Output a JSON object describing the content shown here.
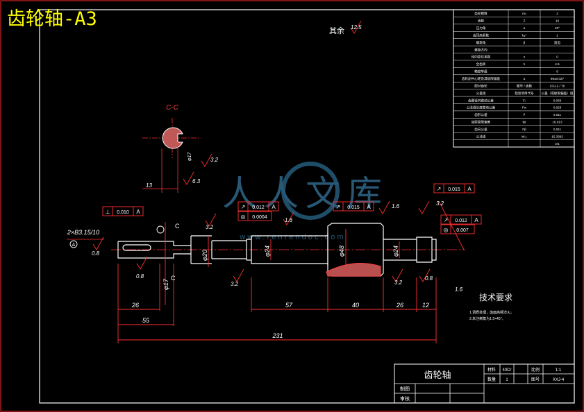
{
  "page_title": "齿轮轴-A3",
  "watermark": {
    "text": "人人文库",
    "url": "w w w . r e n r e n d o c . c o m"
  },
  "roughness": {
    "rest_label": "其余",
    "rest_value": "12.5",
    "r_32a": "3.2",
    "r_16a": "1.6",
    "r_08a": "0.8",
    "r_08b": "0.8",
    "r_32b": "3.2",
    "r_32c": "3.2",
    "r_16b": "1.6",
    "r_08c": "0.8",
    "r_63": "6.3",
    "r_32d": "3.2",
    "r_32e": "3.2",
    "r_16c": "1.6"
  },
  "section": {
    "label": "C-C",
    "dim_width": "13",
    "dim_depth": "φ17",
    "mark_left": "C",
    "mark_right": "C"
  },
  "tolerances": [
    {
      "sym": "⊥",
      "val": "0.010",
      "datum": "A"
    },
    {
      "sym": "↗",
      "val": "0.012",
      "datum": "A"
    },
    {
      "sym": "◎",
      "val": "0.0004",
      "datum": ""
    },
    {
      "sym": "↗",
      "val": "0.015",
      "datum": "A"
    },
    {
      "sym": "↗",
      "val": "0.015",
      "datum": "A"
    },
    {
      "sym": "↗",
      "val": "0.012",
      "datum": "A"
    },
    {
      "sym": "◎",
      "val": "0.007",
      "datum": ""
    }
  ],
  "dims": {
    "center_holes": "2×B3.15/10",
    "datum_a": "A",
    "d1": "26",
    "d2": "55",
    "d3": "57",
    "d4": "40",
    "d5": "26",
    "d6": "12",
    "total": "231",
    "dia_a": "φ17",
    "dia_b": "φ24",
    "dia_c": "φ48",
    "dia_d": "φ24",
    "dia_e": "φ20"
  },
  "tech_req": {
    "title": "技术要求",
    "items": [
      "1.调质处理，齿面高频淬火。",
      "2.未注倒角为1.5×45°。"
    ]
  },
  "gear_params": [
    [
      "齿轮模数",
      "mₙ",
      "2"
    ],
    [
      "齿数",
      "Z",
      "19"
    ],
    [
      "压力角",
      "α",
      "20°"
    ],
    [
      "齿顶高系数",
      "hₐ*",
      "1"
    ],
    [
      "螺旋角",
      "β",
      "直齿"
    ],
    [
      "螺旋方向",
      "",
      ""
    ],
    [
      "径向变位系数",
      "x",
      "0"
    ],
    [
      "全齿高",
      "h",
      "4.5"
    ],
    [
      "精度等级",
      "",
      "8"
    ],
    [
      "齿轮副中心距及其极限偏差",
      "a",
      "96±0.027"
    ],
    [
      "配对齿轮",
      "图号 / 齿数",
      "XXJ-2 / 76"
    ],
    [
      "公差组",
      "检验项目代号",
      "公差（或极限偏差）值"
    ],
    [
      "齿圈径向跳动公差",
      "Fᵣ",
      "0.036"
    ],
    [
      "公法线长度变动公差",
      "Fw",
      "0.028"
    ],
    [
      "齿形公差",
      "fᶠ",
      "0.011"
    ],
    [
      "齿距极限偏差",
      "fpt",
      "±0.013"
    ],
    [
      "齿向公差",
      "Fβ",
      "0.011"
    ],
    [
      "公法线",
      "Wₖₙ",
      "15.3392"
    ],
    [
      "",
      "",
      "2/1"
    ]
  ],
  "title_block": {
    "part_name": "齿轮轴",
    "material_label": "材料",
    "material": "40Cr",
    "scale_label": "比例",
    "scale": "1:1",
    "qty_label": "数量",
    "qty": "1",
    "drawing_no_label": "图号",
    "drawing_no": "XXJ-4",
    "row_design": "制图",
    "row_check": "审核"
  }
}
